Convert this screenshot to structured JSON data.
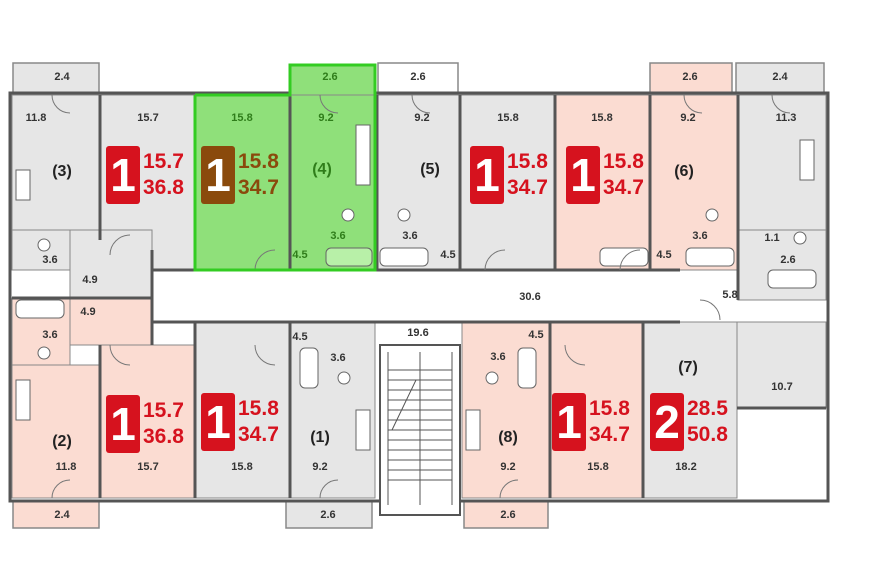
{
  "colors": {
    "wall": "#555555",
    "room_gray": "#e6e6e6",
    "room_pink": "#fbdcd2",
    "common": "#ffffff",
    "selected_fill": "#8fe07a",
    "selected_border": "#33cc22",
    "badge_red": "#d6121e",
    "badge_selected": "#8a4a0c"
  },
  "apartments": [
    {
      "id": "ap3",
      "number": "(3)",
      "rooms": "1",
      "living": "15.7",
      "total": "36.8"
    },
    {
      "id": "ap4",
      "number": "(4)",
      "rooms": "1",
      "living": "15.8",
      "total": "34.7",
      "selected": true
    },
    {
      "id": "ap5",
      "number": "(5)",
      "rooms": "1",
      "living": "15.8",
      "total": "34.7"
    },
    {
      "id": "ap6",
      "number": "(6)",
      "rooms": "1",
      "living": "15.8",
      "total": "34.7"
    },
    {
      "id": "ap2",
      "number": "(2)",
      "rooms": "1",
      "living": "15.7",
      "total": "36.8"
    },
    {
      "id": "ap1",
      "number": "(1)",
      "rooms": "1",
      "living": "15.8",
      "total": "34.7"
    },
    {
      "id": "ap8",
      "number": "(8)",
      "rooms": "1",
      "living": "15.8",
      "total": "34.7"
    },
    {
      "id": "ap7",
      "number": "(7)",
      "rooms": "2",
      "living": "28.5",
      "total": "50.8"
    }
  ],
  "area_labels": [
    "2.4",
    "11.8",
    "15.7",
    "15.8",
    "2.6",
    "9.2",
    "2.6",
    "9.2",
    "15.8",
    "15.8",
    "2.6",
    "9.2",
    "2.4",
    "11.3",
    "3.6",
    "3.6",
    "3.6",
    "3.6",
    "1.1",
    "2.6",
    "4.9",
    "4.5",
    "4.5",
    "4.5",
    "30.6",
    "5.8",
    "4.9",
    "3.6",
    "4.5",
    "3.6",
    "19.6",
    "4.5",
    "3.6",
    "10.7",
    "11.8",
    "15.7",
    "15.8",
    "9.2",
    "9.2",
    "15.8",
    "18.2",
    "2.4",
    "2.6",
    "2.6"
  ]
}
